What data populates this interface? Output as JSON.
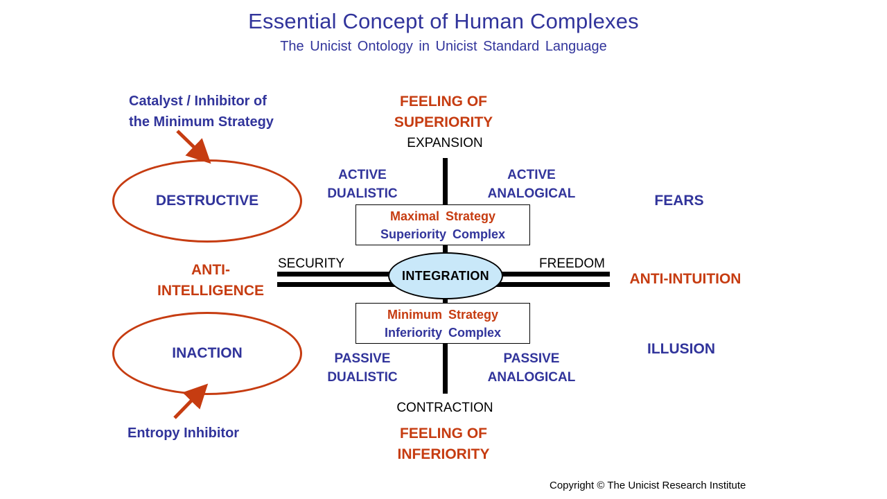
{
  "colors": {
    "accent_blue": "#31349B",
    "accent_red": "#C63C11",
    "axis_black": "#000000",
    "integration_fill": "#C9E8F9",
    "background": "#FFFFFF"
  },
  "header": {
    "title": "Essential Concept of Human Complexes",
    "subtitle": "The Unicist Ontology in Unicist Standard Language"
  },
  "annotations": {
    "catalyst": "Catalyst / Inhibitor of\nthe Minimum Strategy",
    "entropy": "Entropy Inhibitor"
  },
  "ellipses": {
    "destructive": "DESTRUCTIVE",
    "inaction": "INACTION"
  },
  "axes": {
    "top_feeling": "FEELING OF\nSUPERIORITY",
    "expansion": "EXPANSION",
    "contraction": "CONTRACTION",
    "bottom_feeling": "FEELING OF\nINFERIORITY",
    "security": "SECURITY",
    "freedom": "FREEDOM",
    "integration": "INTEGRATION"
  },
  "quadrants": {
    "active_dualistic": "ACTIVE\nDUALISTIC",
    "active_analogical": "ACTIVE\nANALOGICAL",
    "passive_dualistic": "PASSIVE\nDUALISTIC",
    "passive_analogical": "PASSIVE\nANALOGICAL"
  },
  "boxes": {
    "maximal": {
      "line1": "Maximal Strategy",
      "line2": "Superiority Complex"
    },
    "minimum": {
      "line1": "Minimum Strategy",
      "line2": "Inferiority Complex"
    }
  },
  "side_labels": {
    "fears": "FEARS",
    "anti_intuition": "ANTI-INTUITION",
    "illusion": "ILLUSION",
    "anti_intelligence": "ANTI-\nINTELLIGENCE"
  },
  "footer": {
    "copyright": "Copyright © The Unicist Research Institute"
  }
}
